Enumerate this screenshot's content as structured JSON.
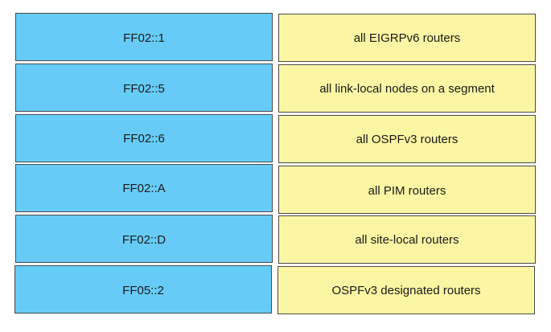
{
  "addresses": [
    {
      "label": "FF02::1"
    },
    {
      "label": "FF02::5"
    },
    {
      "label": "FF02::6"
    },
    {
      "label": "FF02::A"
    },
    {
      "label": "FF02::D"
    },
    {
      "label": "FF05::2"
    }
  ],
  "descriptions": [
    {
      "label": "all EIGRPv6 routers"
    },
    {
      "label": "all link-local nodes on a segment"
    },
    {
      "label": "all OSPFv3 routers"
    },
    {
      "label": "all PIM routers"
    },
    {
      "label": "all site-local routers"
    },
    {
      "label": "OSPFv3 designated routers"
    }
  ],
  "colors": {
    "address_box": "#66ccf7",
    "description_box": "#fbf6a3",
    "border": "#4a4a4a"
  }
}
